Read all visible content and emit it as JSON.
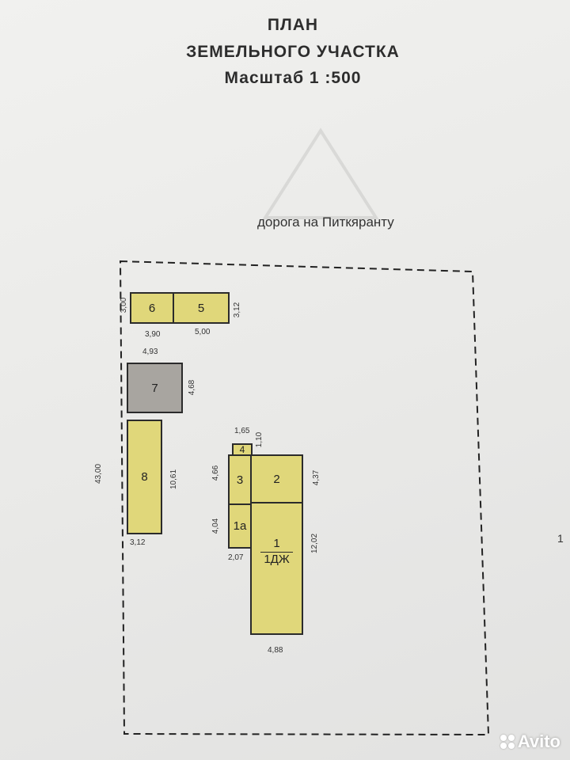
{
  "header": {
    "title_line1": "ПЛАН",
    "title_line2": "ЗЕМЕЛЬНОГО УЧАСТКА",
    "scale": "Масштаб 1 :500"
  },
  "road_label": "дорога на Питкяранту",
  "plot": {
    "left_side": "43,00"
  },
  "buildings": [
    {
      "id": "6",
      "width": "3,90",
      "height": "3,00"
    },
    {
      "id": "5",
      "width": "5,00",
      "height": "3,12"
    },
    {
      "id": "7",
      "width": "4,93",
      "height": "4,68"
    },
    {
      "id": "8",
      "width": "3,12",
      "height": "10,61"
    },
    {
      "id": "4",
      "width": "1,65",
      "height": "1,10"
    },
    {
      "id": "3",
      "height": "4,66"
    },
    {
      "id": "2",
      "height": "4,37"
    },
    {
      "id": "1а",
      "width": "2,07",
      "height": "4,04"
    },
    {
      "id": "1",
      "sub_label": "1ДЖ",
      "width": "4,88",
      "height": "12,02"
    }
  ],
  "margin_number": "1",
  "watermark": "Avito",
  "colors": {
    "building": "#e0d77a",
    "outbuilding_gray": "#a8a5a0",
    "line": "#2b2b2b"
  }
}
